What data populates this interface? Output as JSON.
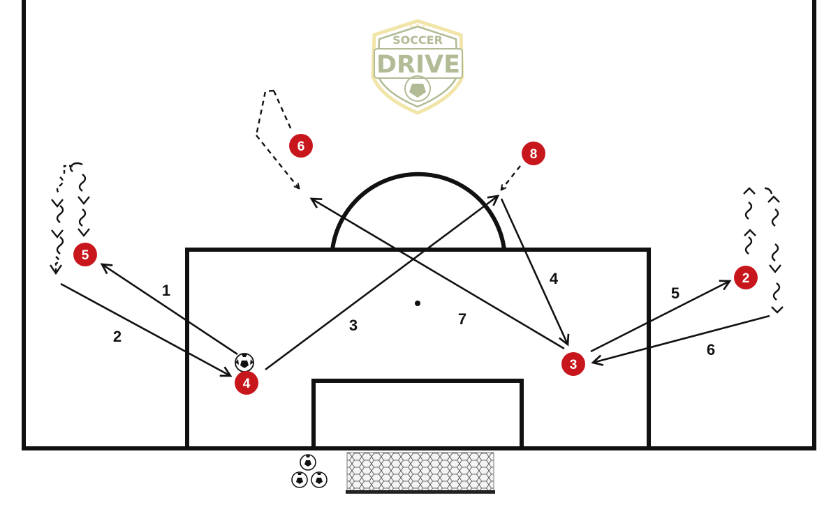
{
  "logo": {
    "line1": "SOCCER",
    "line2": "DRIVE",
    "colors": {
      "green": "#a9b48a",
      "gold": "#f0e3a0"
    }
  },
  "players": [
    {
      "id": "player-5",
      "label": "5"
    },
    {
      "id": "player-6",
      "label": "6"
    },
    {
      "id": "player-8",
      "label": "8"
    },
    {
      "id": "player-4",
      "label": "4"
    },
    {
      "id": "player-3",
      "label": "3"
    },
    {
      "id": "player-2",
      "label": "2"
    }
  ],
  "sequence_labels": [
    "1",
    "2",
    "3",
    "4",
    "5",
    "6",
    "7"
  ],
  "colors": {
    "player_fill": "#c8161d",
    "line": "#111111",
    "goal_net": "#f3f3f3"
  },
  "icons": [
    "soccer-ball-icon",
    "ball-pile-icon",
    "goal-net-icon"
  ]
}
